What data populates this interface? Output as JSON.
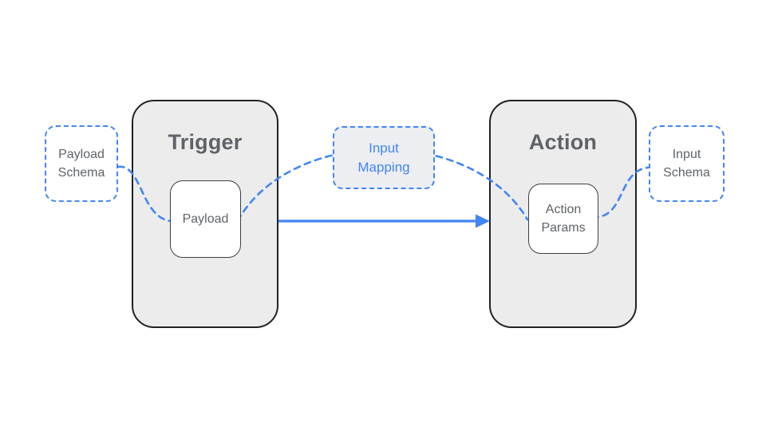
{
  "colors": {
    "accent_blue": "#4285f4",
    "node_fill_gray": "#ececec",
    "mapping_fill_gray": "#eceef2",
    "text_gray": "#5f6368",
    "node_border_dark": "#202124",
    "background": "#ffffff"
  },
  "nodes": {
    "payload_schema": {
      "label": "Payload Schema"
    },
    "trigger": {
      "title": "Trigger",
      "child_label": "Payload"
    },
    "input_mapping": {
      "label": "Input Mapping"
    },
    "action": {
      "title": "Action",
      "child_label": "Action Params"
    },
    "input_schema": {
      "label": "Input Schema"
    }
  },
  "connectors": {
    "schema_flow": "dashed curved connector linking Payload Schema, Payload, Input Mapping, Action Params and Input Schema",
    "payload_to_action_params": "solid arrow from Trigger to Action"
  }
}
